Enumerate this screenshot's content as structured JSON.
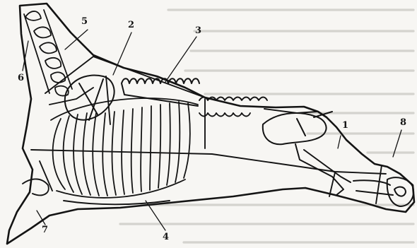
{
  "figure": {
    "callouts": {
      "n1": "1",
      "n2": "2",
      "n3": "3",
      "n4": "4",
      "n5": "5",
      "n6": "6",
      "n7": "7",
      "n8": "8"
    }
  }
}
